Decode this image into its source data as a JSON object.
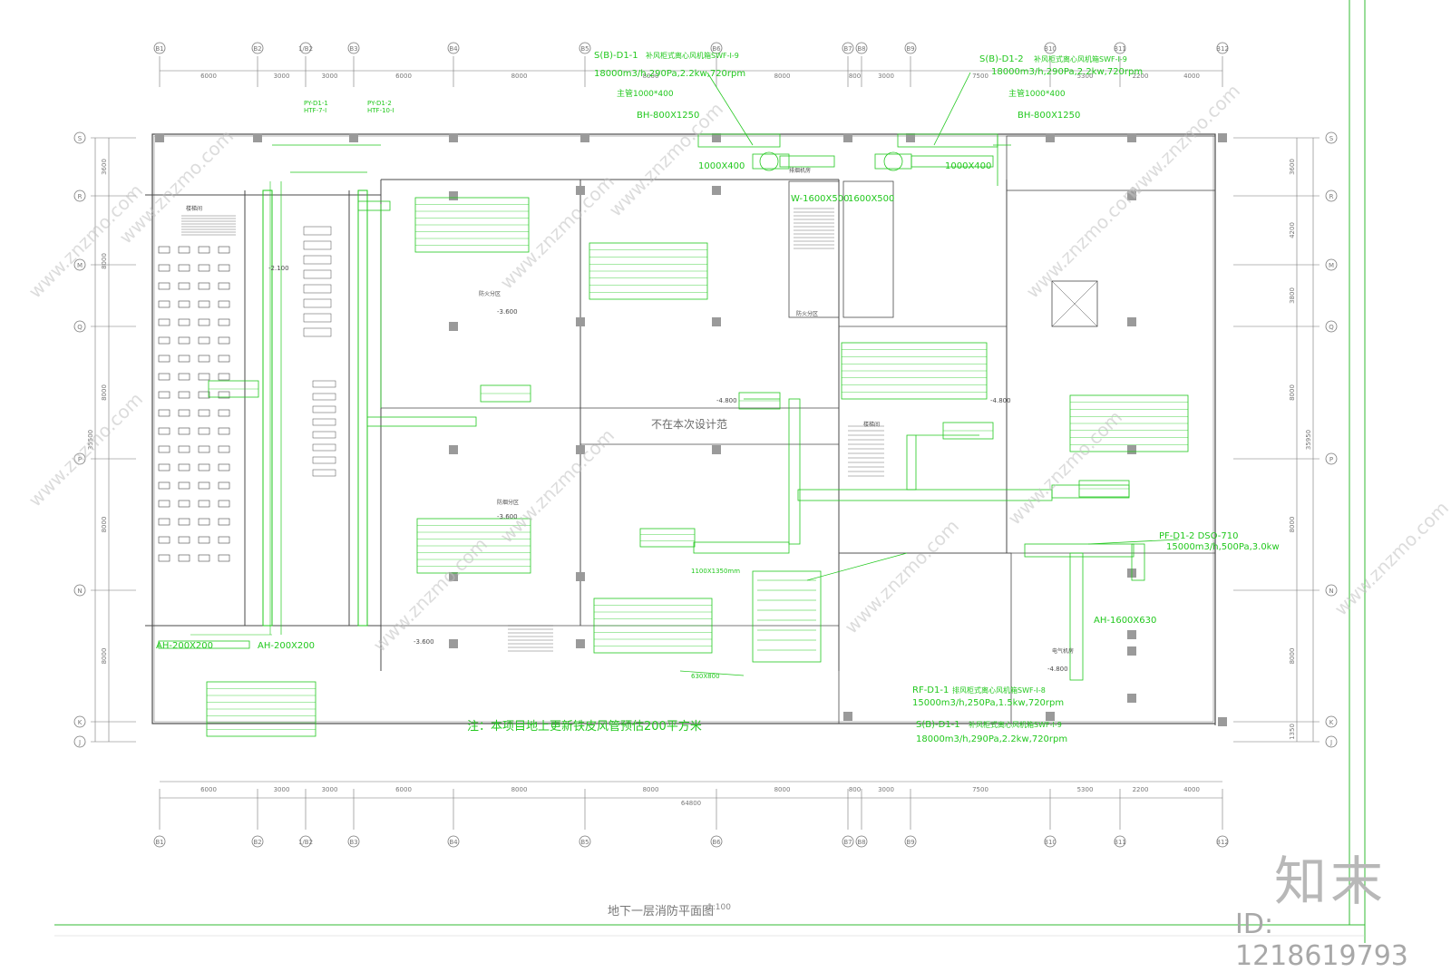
{
  "drawing": {
    "title": "地下一层消防平面图",
    "scale": "1:100",
    "note": "注：本项目地上更新铁皮风管预估200平方米",
    "excluded_label": "不在本次设计范",
    "watermark": {
      "logo": "知末",
      "id": "ID: 1218619793",
      "site": "www.znzmo.com"
    }
  },
  "grid": {
    "columns": [
      "B1",
      "B2",
      "1/B2",
      "B3",
      "B4",
      "B5",
      "B6",
      "B7",
      "B8",
      "B9",
      "B10",
      "B11",
      "B12"
    ],
    "rows": [
      "S",
      "R",
      "M",
      "Q",
      "P",
      "N",
      "K",
      "J"
    ],
    "top_dims": [
      "6000",
      "3000",
      "3000",
      "6000",
      "8000",
      "8000",
      "8000",
      "800",
      "3000",
      "7500",
      "5300",
      "2200",
      "4000"
    ],
    "bottom_dims": [
      "6000",
      "3000",
      "3000",
      "6000",
      "8000",
      "8000",
      "8000",
      "800",
      "3000",
      "7500",
      "5300",
      "2200",
      "4000"
    ],
    "total_width": "64800",
    "left_dims": [
      "3600",
      "8000",
      "8000",
      "8000",
      "8000"
    ],
    "left_total": "35500",
    "right_dims": [
      "3600",
      "4200",
      "3800",
      "8000",
      "8000",
      "8000",
      "1350"
    ],
    "right_total": "35950"
  },
  "equipment": [
    {
      "id": "SB-D1-1",
      "label": "S(B)-D1-1",
      "desc": "补风柜式离心风机箱SWF-I-9",
      "spec": "18000m3/h,290Pa,2.2kw,720rpm"
    },
    {
      "id": "SB-D1-2",
      "label": "S(B)-D1-2",
      "desc": "补风柜式离心风机箱SWF-I-9",
      "spec": "18000m3/h,290Pa,2.2kw,720rpm"
    },
    {
      "id": "SB-D1-1b",
      "label": "S(B)-D1-1",
      "desc": "补风柜式离心风机箱SWF-I-9",
      "spec": "18000m3/h,290Pa,2.2kw,720rpm"
    },
    {
      "id": "PF-D1-2",
      "label": "PF-D1-2 DSO-710",
      "spec": "15000m3/h,500Pa,3.0kw"
    },
    {
      "id": "RF-D1-1",
      "label": "RF-D1-1",
      "desc": "排风柜式离心风机箱SWF-I-8",
      "spec": "15000m3/h,250Pa,1.5kw,720rpm"
    },
    {
      "id": "PY-D1-1",
      "label": "PY-D1-1",
      "model": "HTF-7-I"
    },
    {
      "id": "PY-D1-2",
      "label": "PY-D1-2",
      "model": "HTF-10-I"
    }
  ],
  "duct_labels": {
    "main1": "主管1000*400",
    "main2": "主管1000*400",
    "bh1": "BH-800X1250",
    "bh2": "BH-800X1250",
    "d1000a": "1000X400",
    "d1000b": "1000X400",
    "w1600": "W-1600X500",
    "w1600b": "1600X500",
    "ah1600": "AH-1600X630",
    "ah200a": "AH-200X200",
    "ah200b": "AH-200X200",
    "d1100": "1100X1350mm",
    "d630": "630X800"
  },
  "elevations": [
    "-3.600",
    "-3.600",
    "-3.600",
    "-4.800",
    "-4.800",
    "-4.800",
    "-2.100"
  ],
  "colors": {
    "equipment": "#22c81e",
    "architecture": "#4a4a4a",
    "column": "#9a9a9a",
    "dimension": "#777777",
    "frame": "#33bb33",
    "watermark": "#c0c0c0"
  },
  "labels": {
    "partition1": "防火分区",
    "partition2": "防火分区",
    "zone1": "防烟分区",
    "smoke1": "排烟机房",
    "stair1": "楼梯间",
    "stair2": "楼梯间",
    "room1": "电气机房"
  }
}
